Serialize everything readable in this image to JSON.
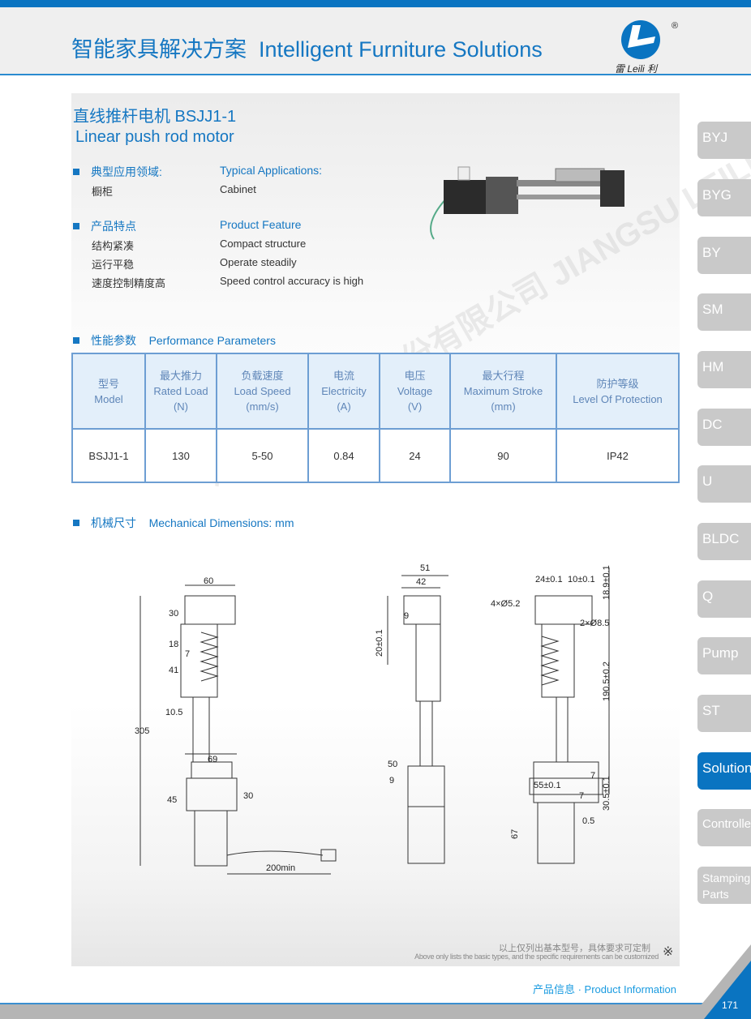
{
  "header": {
    "title_cn": "智能家具解决方案",
    "title_en": "Intelligent Furniture Solutions",
    "logo_text": "雷 Leili 利",
    "logo_reg": "®"
  },
  "product": {
    "title_cn": "直线推杆电机 BSJJ1-1",
    "title_en": "Linear push rod motor"
  },
  "applications": {
    "heading_cn": "典型应用领域:",
    "heading_en": "Typical Applications:",
    "items_cn": [
      "橱柜"
    ],
    "items_en": [
      "Cabinet"
    ]
  },
  "features": {
    "heading_cn": "产品特点",
    "heading_en": "Product Feature",
    "items_cn": [
      "结构紧凑",
      "运行平稳",
      "速度控制精度高"
    ],
    "items_en": [
      "Compact structure",
      "Operate steadily",
      "Speed control accuracy is high"
    ]
  },
  "performance": {
    "heading_cn": "性能参数",
    "heading_en": "Performance Parameters",
    "columns": [
      [
        "型号",
        "Model",
        ""
      ],
      [
        "最大推力",
        "Rated Load",
        "(N)"
      ],
      [
        "负载速度",
        "Load Speed",
        "(mm/s)"
      ],
      [
        "电流",
        "Electricity",
        "(A)"
      ],
      [
        "电压",
        "Voltage",
        "(V)"
      ],
      [
        "最大行程",
        "Maximum Stroke",
        "(mm)"
      ],
      [
        "防护等级",
        "Level Of Protection",
        ""
      ]
    ],
    "rows": [
      [
        "BSJJ1-1",
        "130",
        "5-50",
        "0.84",
        "24",
        "90",
        "IP42"
      ]
    ]
  },
  "mechanical": {
    "heading_cn": "机械尺寸",
    "heading_en": "Mechanical Dimensions: mm",
    "view1": [
      "60",
      "30",
      "18",
      "7",
      "41",
      "10.5",
      "305",
      "69",
      "45",
      "30",
      "200min"
    ],
    "view2": [
      "51",
      "42",
      "9",
      "20±0.1",
      "50",
      "9"
    ],
    "view3": [
      "24±0.1",
      "10±0.1",
      "18.9±0.1",
      "4×Ø5.2",
      "2×Ø8.5",
      "190.5±0.2",
      "55±0.1",
      "7",
      "7",
      "30.5±0.1",
      "0.5",
      "67"
    ]
  },
  "watermark": "江苏雷利电机股份有限公司 JIANGSU LEILI MOTOR CO.,LTD",
  "sidebar": [
    "BYJ",
    "BYG",
    "BY",
    "SM",
    "HM",
    "DC",
    "U",
    "BLDC",
    "Q",
    "Pump",
    "ST",
    "Solution",
    "Controller",
    "Stamping Parts"
  ],
  "sidebar_active": "Solution",
  "note": {
    "cn": "以上仅列出基本型号，具体要求可定制",
    "en": "Above only lists the basic types, and the specific requirements can be customized",
    "mark": "※"
  },
  "footer": {
    "text": "产品信息 · Product Information",
    "page": "171"
  },
  "colors": {
    "brand": "#0a74c1",
    "table_border": "#6d9ed3",
    "tab_inactive": "#c9c9c9"
  }
}
